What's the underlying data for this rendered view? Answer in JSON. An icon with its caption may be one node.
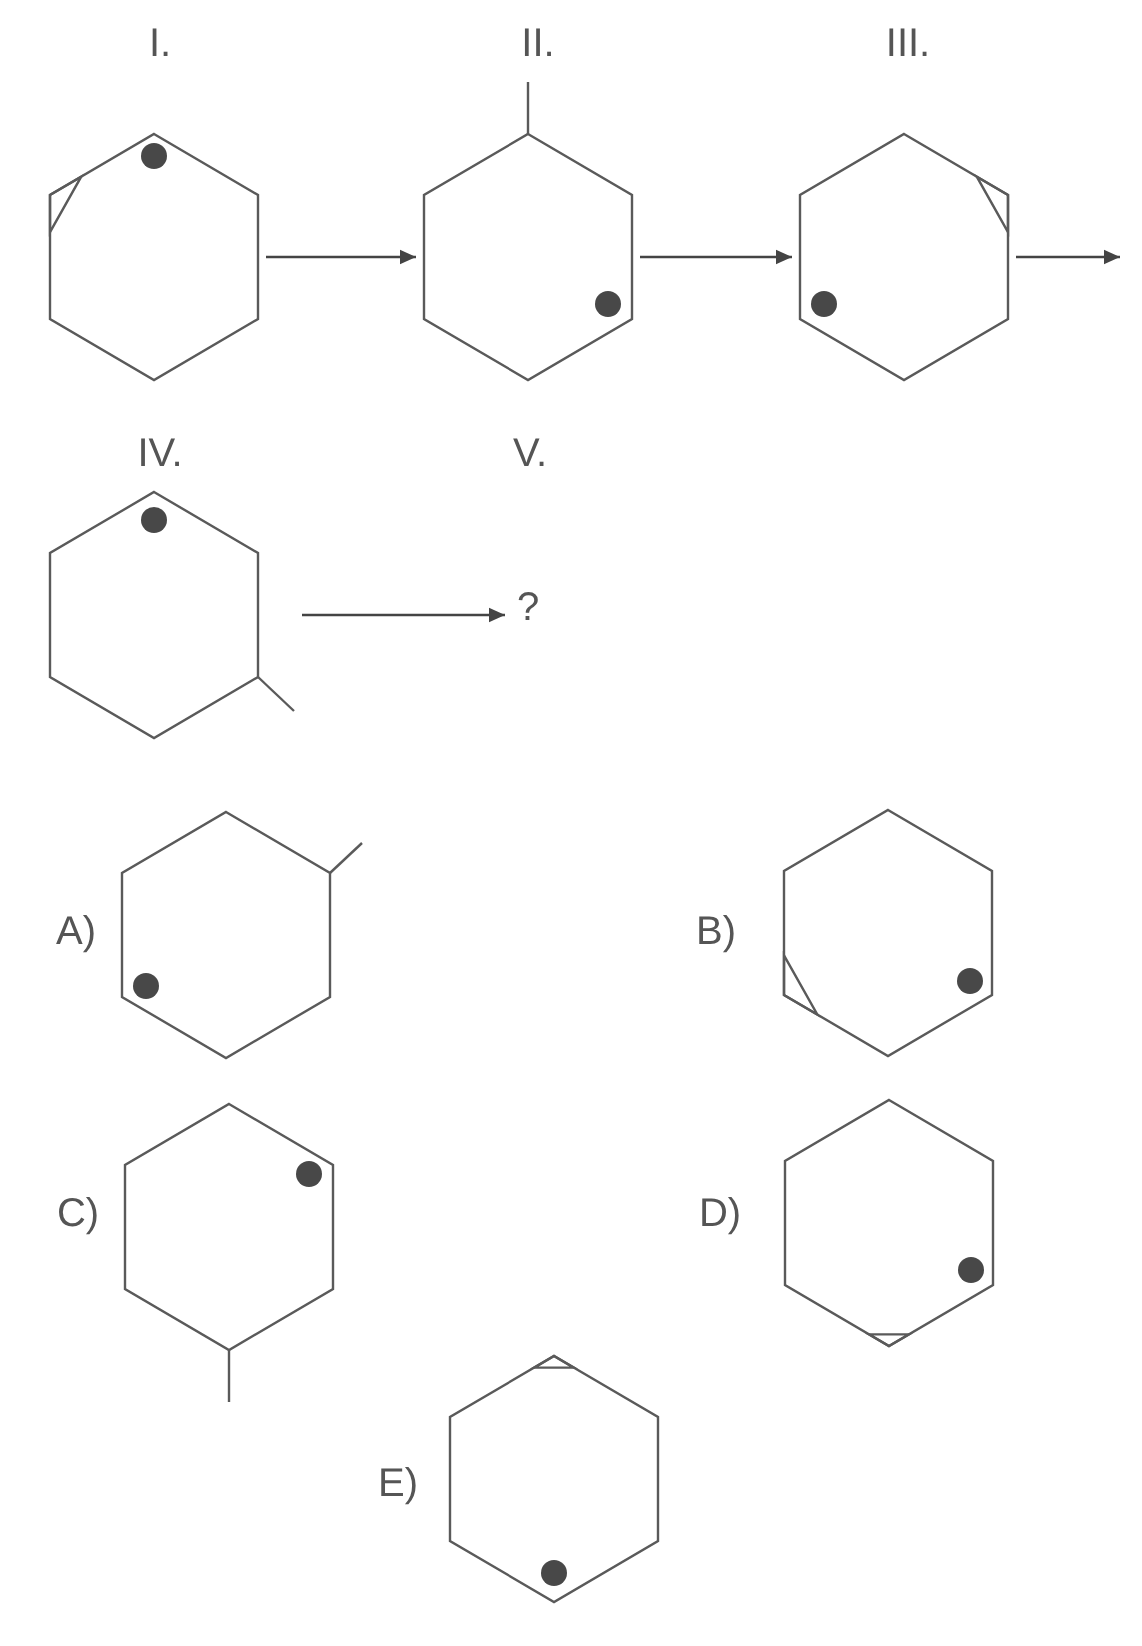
{
  "diagram": {
    "nodes": [
      {
        "text": [
          "I."
        ]
      },
      {
        "text": [
          "II."
        ]
      },
      {
        "text": [
          "III."
        ]
      },
      {
        "text": [
          "IV."
        ]
      },
      {
        "text": [
          "V.",
          "?"
        ]
      },
      {
        "text": [
          "A)"
        ]
      },
      {
        "text": [
          "B)"
        ]
      },
      {
        "text": [
          "C)"
        ]
      },
      {
        "text": [
          "D)"
        ]
      },
      {
        "text": [
          "E)"
        ]
      }
    ],
    "edges": [
      {
        "from": 0,
        "to": 1,
        "arrow": "to"
      },
      {
        "from": 1,
        "to": 2,
        "arrow": "to"
      },
      {
        "from": 2,
        "to": null,
        "arrow": "to"
      },
      {
        "from": 3,
        "to": 4,
        "arrow": "to"
      }
    ]
  }
}
